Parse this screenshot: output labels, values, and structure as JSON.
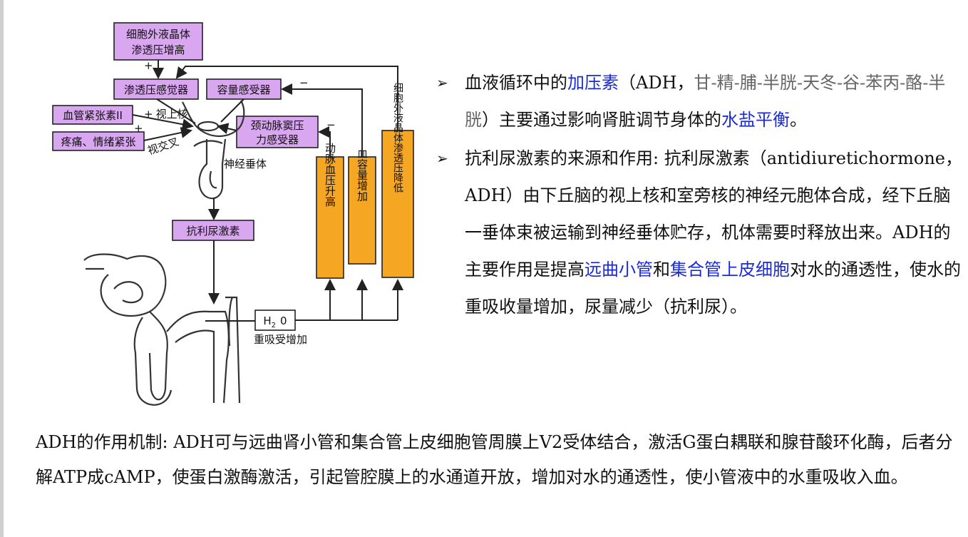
{
  "diagram": {
    "boxes": {
      "ecf_osm_high": [
        "细胞外液晶体",
        "渗透压增高"
      ],
      "osmoreceptor": "渗透压感觉器",
      "volume_receptor": "容量感受器",
      "angiotensin": "血管紧张素II",
      "pain": "疼痛、情绪紧张",
      "carotid": [
        "颈动脉窦压",
        "力感受器"
      ],
      "adh": "抗利尿激素",
      "h2o": "H",
      "h2o_sub": "2",
      "h2o_rest": "0",
      "art_bp_up": "动脉血压升高",
      "blood_vol_up": "血容量增加",
      "ecf_osm_low": "细胞外液晶体渗透压降低"
    },
    "labels": {
      "supraoptic": "视上核",
      "optic_chiasm": "视交叉",
      "pituitary": "神经垂体",
      "reabsorb": "重吸受增加"
    },
    "signs": {
      "plus": "+",
      "minus": "−"
    }
  },
  "bullets": [
    {
      "marker": "➢",
      "parts": [
        {
          "text": "血液循环中的",
          "style": "normal"
        },
        {
          "text": "加压素",
          "style": "blue"
        },
        {
          "text": "（ADH，",
          "style": "normal"
        },
        {
          "text": "甘-精-脯-半胱-天冬-谷-苯丙-酪-半胱",
          "style": "gray"
        },
        {
          "text": "）主要通过影响肾脏调节身体的",
          "style": "normal"
        },
        {
          "text": "水盐平衡",
          "style": "blue"
        },
        {
          "text": "。",
          "style": "normal"
        }
      ]
    },
    {
      "marker": "➢",
      "parts": [
        {
          "text": "抗利尿激素的来源和作用: 抗利尿激素（antidiuretichormone，ADH）由下丘脑的视上核和室旁核的神经元胞体合成，经下丘脑一垂体束被运输到神经垂体贮存，机体需要时释放出来。ADH的主要作用是提高",
          "style": "normal"
        },
        {
          "text": "远曲小管",
          "style": "blue"
        },
        {
          "text": "和",
          "style": "normal"
        },
        {
          "text": "集合管上皮细胞",
          "style": "blue"
        },
        {
          "text": "对水的通透性，使水的重吸收量增加，尿量减少（抗利尿）。",
          "style": "normal"
        }
      ]
    }
  ],
  "bottom_text": "ADH的作用机制: ADH可与远曲肾小管和集合管上皮细胞管周膜上V2受体结合，激活G蛋白耦联和腺苷酸环化酶，后者分解ATP成cAMP，使蛋白激酶激活，引起管腔膜上的水通道开放，增加对水的通透性，使小管液中的水重吸收入血。"
}
